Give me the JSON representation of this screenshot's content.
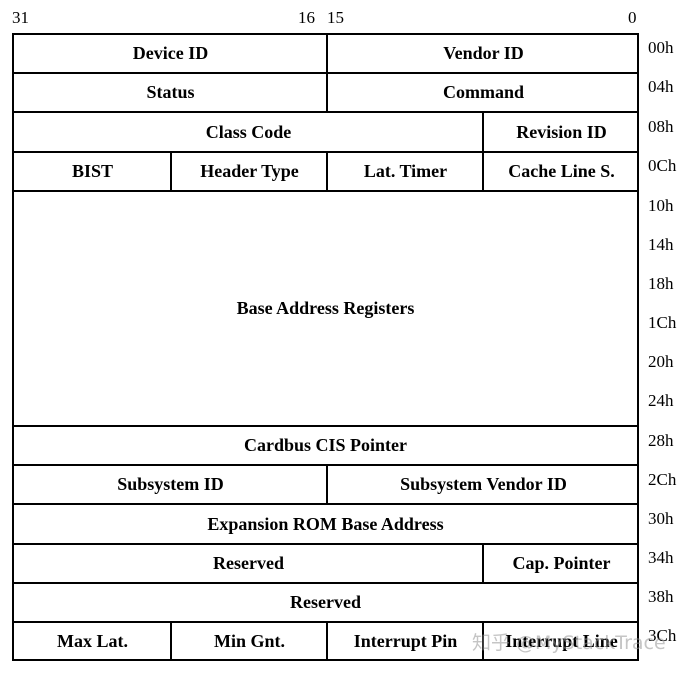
{
  "bits": {
    "b31": "31",
    "b16": "16",
    "b15": "15",
    "b0": "0"
  },
  "rows": [
    {
      "cells": [
        "Device ID",
        "Vendor ID"
      ]
    },
    {
      "cells": [
        "Status",
        "Command"
      ]
    },
    {
      "cells": [
        "Class Code",
        "Revision ID"
      ]
    },
    {
      "cells": [
        "BIST",
        "Header Type",
        "Lat. Timer",
        "Cache Line S."
      ]
    },
    {
      "cells": [
        "Base Address Registers"
      ]
    },
    {
      "cells": [
        "Cardbus CIS Pointer"
      ]
    },
    {
      "cells": [
        "Subsystem ID",
        "Subsystem Vendor ID"
      ]
    },
    {
      "cells": [
        "Expansion ROM Base Address"
      ]
    },
    {
      "cells": [
        "Reserved",
        "Cap. Pointer"
      ]
    },
    {
      "cells": [
        "Reserved"
      ]
    },
    {
      "cells": [
        "Max Lat.",
        "Min Gnt.",
        "Interrupt Pin",
        "Interrupt Line"
      ]
    }
  ],
  "offsets": [
    "00h",
    "04h",
    "08h",
    "0Ch",
    "10h",
    "14h",
    "18h",
    "1Ch",
    "20h",
    "24h",
    "28h",
    "2Ch",
    "30h",
    "34h",
    "38h",
    "3Ch"
  ],
  "watermark": "知乎 @MyStackTrace"
}
